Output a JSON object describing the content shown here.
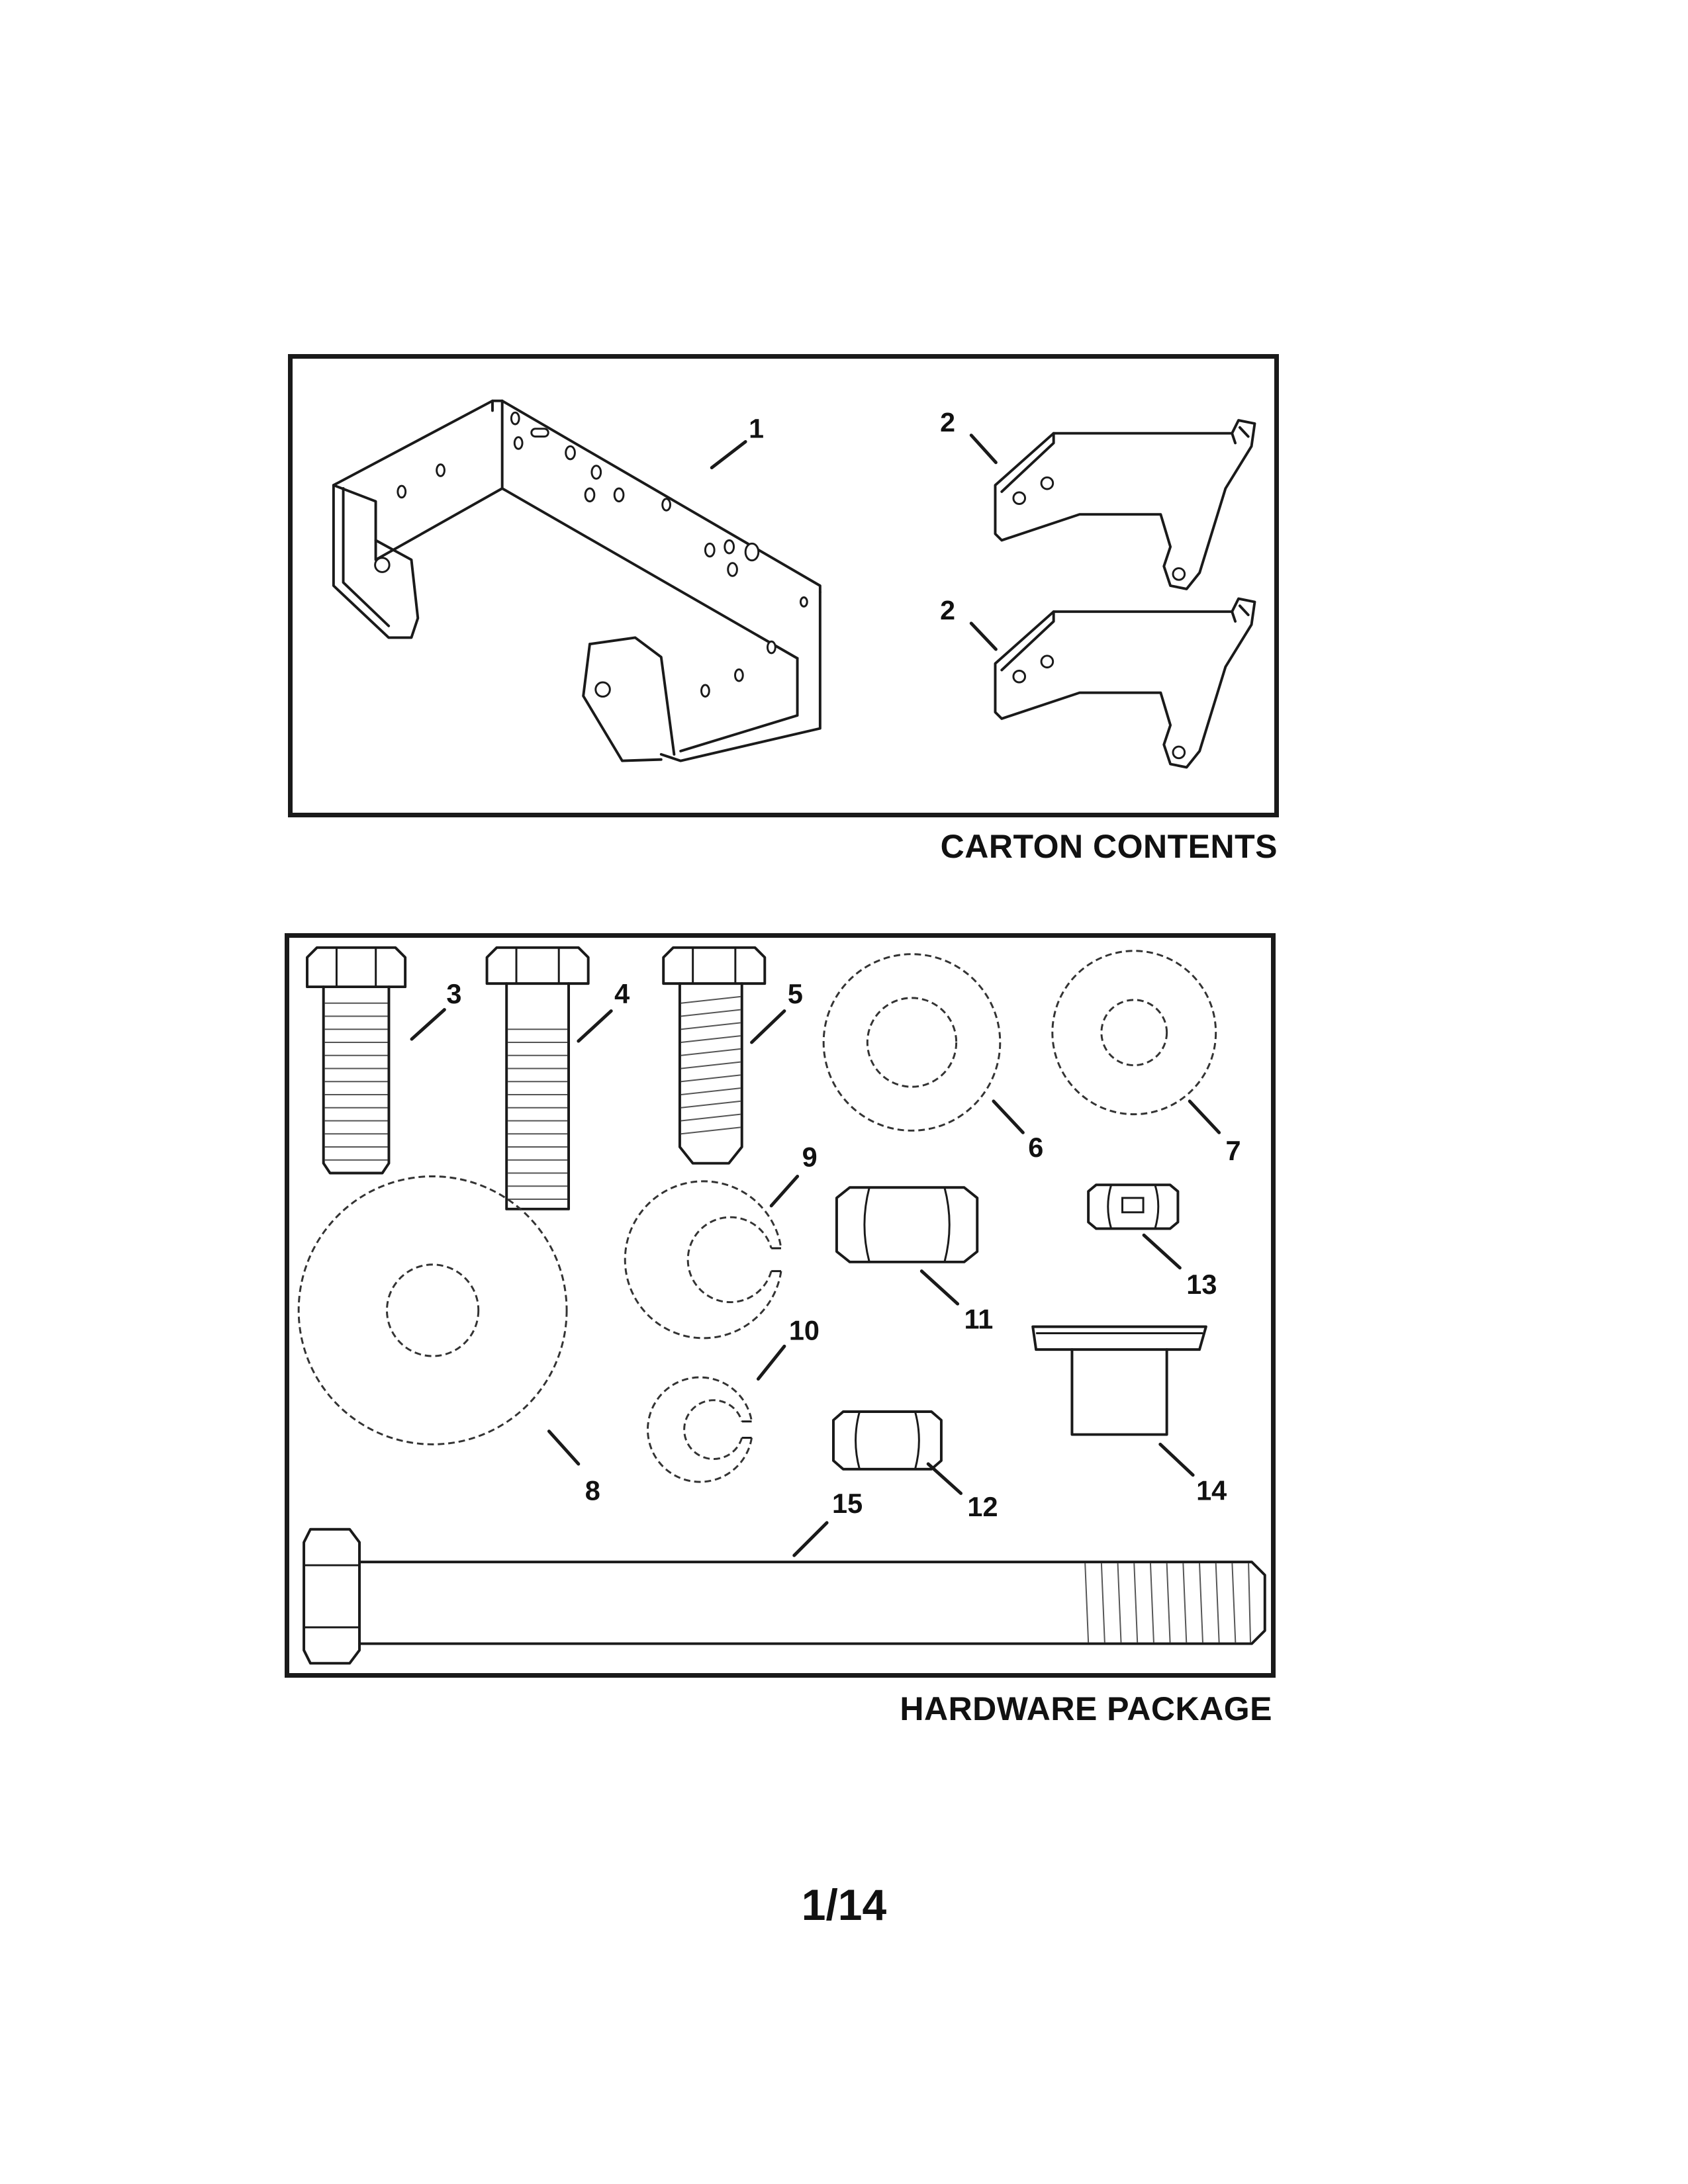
{
  "carton": {
    "caption": "CARTON CONTENTS",
    "callouts": [
      "1",
      "2",
      "2"
    ]
  },
  "hardware": {
    "caption": "HARDWARE PACKAGE",
    "callouts": [
      "3",
      "4",
      "5",
      "6",
      "7",
      "8",
      "9",
      "10",
      "11",
      "12",
      "13",
      "14",
      "15"
    ]
  },
  "page_number": "1/14"
}
